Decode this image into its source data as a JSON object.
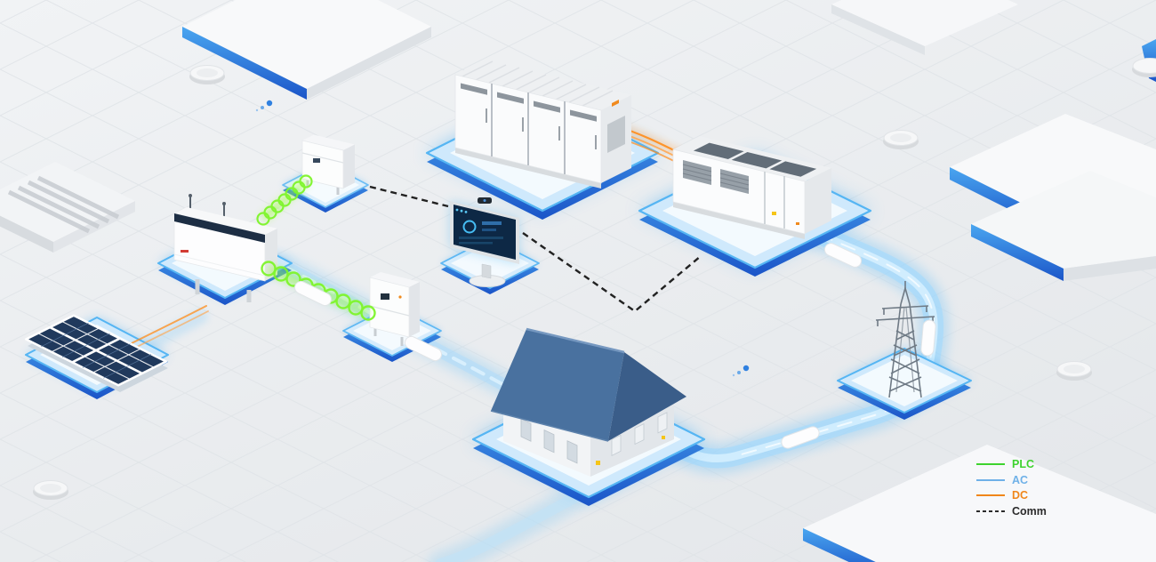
{
  "legend": {
    "items": [
      {
        "label": "PLC",
        "color": "#3ed32e",
        "style": "solid"
      },
      {
        "label": "AC",
        "color": "#6fb1e8",
        "style": "solid"
      },
      {
        "label": "DC",
        "color": "#f0861a",
        "style": "solid"
      },
      {
        "label": "Comm",
        "color": "#2b2b2b",
        "style": "dashed"
      }
    ]
  },
  "colors": {
    "background": "#eceff1",
    "grid_line": "#dfe3e7",
    "platform_blue": "#4aaef2",
    "platform_edge_deep": "#1b55c8",
    "pv_panel_navy": "#20395c",
    "roof_blue": "#49719f",
    "plc_green": "#7ef52b",
    "ac_ribbon_blue": "#9fd9ff",
    "dc_orange": "#ff8c1a",
    "comm_dark": "#222222",
    "accent_orange": "#f08a1e"
  },
  "nodes": [
    {
      "name": "pv-array"
    },
    {
      "name": "string-inverter"
    },
    {
      "name": "comm-cabinet-upper"
    },
    {
      "name": "power-cabinet-lower"
    },
    {
      "name": "battery-container"
    },
    {
      "name": "pcs-unit"
    },
    {
      "name": "monitoring-pc"
    },
    {
      "name": "office-building"
    },
    {
      "name": "transmission-tower"
    }
  ]
}
